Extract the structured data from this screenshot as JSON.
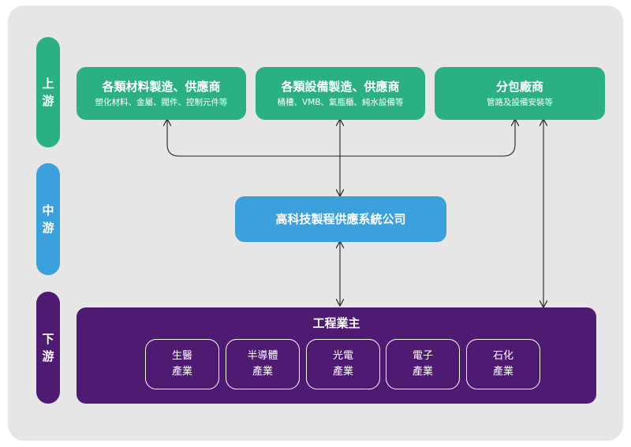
{
  "stages": {
    "upstream": [
      "上",
      "游"
    ],
    "midstream": [
      "中",
      "游"
    ],
    "downstream": [
      "下",
      "游"
    ]
  },
  "upstream_boxes": [
    {
      "title": "各類材料製造、供應商",
      "subtitle": "塑化材料、金屬、閥件、控制元件等"
    },
    {
      "title": "各類設備製造、供應商",
      "subtitle": "桶槽、VMB、氣瓶櫃、純水設備等"
    },
    {
      "title": "分包廠商",
      "subtitle": "管路及設備安裝等"
    }
  ],
  "midstream_box": {
    "title": "高科技製程供應系統公司"
  },
  "downstream_box": {
    "title": "工程業主",
    "industries": [
      [
        "生醫",
        "產業"
      ],
      [
        "半導體",
        "產業"
      ],
      [
        "光電",
        "產業"
      ],
      [
        "電子",
        "產業"
      ],
      [
        "石化",
        "產業"
      ]
    ]
  },
  "colors": {
    "upstream": "#2bb082",
    "midstream": "#3ca0dc",
    "downstream": "#4f1a72",
    "background": "#e6e6e6"
  }
}
